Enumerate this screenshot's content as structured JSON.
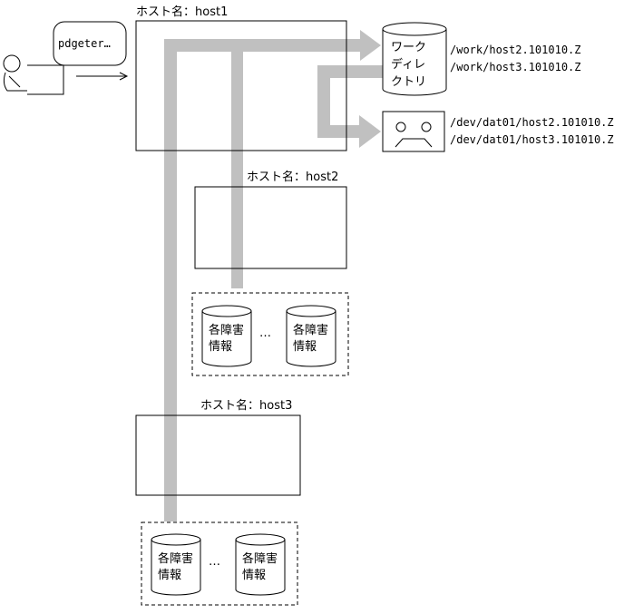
{
  "user": {
    "command_bubble": "pdgeter…"
  },
  "hosts": [
    {
      "name_label": "ホスト名：host1"
    },
    {
      "name_label": "ホスト名：host2"
    },
    {
      "name_label": "ホスト名：host3"
    }
  ],
  "work_directory": {
    "label_lines": [
      "ワーク",
      "ディレ",
      "クトリ"
    ],
    "files": [
      "/work/host2.101010.Z",
      "/work/host3.101010.Z"
    ]
  },
  "tape": {
    "files": [
      "/dev/dat01/host2.101010.Z",
      "/dev/dat01/host3.101010.Z"
    ]
  },
  "failure_info_groups": [
    {
      "db_label_lines": [
        "各障害",
        "情報"
      ],
      "ellipsis": "…"
    },
    {
      "db_label_lines": [
        "各障害",
        "情報"
      ],
      "ellipsis": "…"
    }
  ]
}
